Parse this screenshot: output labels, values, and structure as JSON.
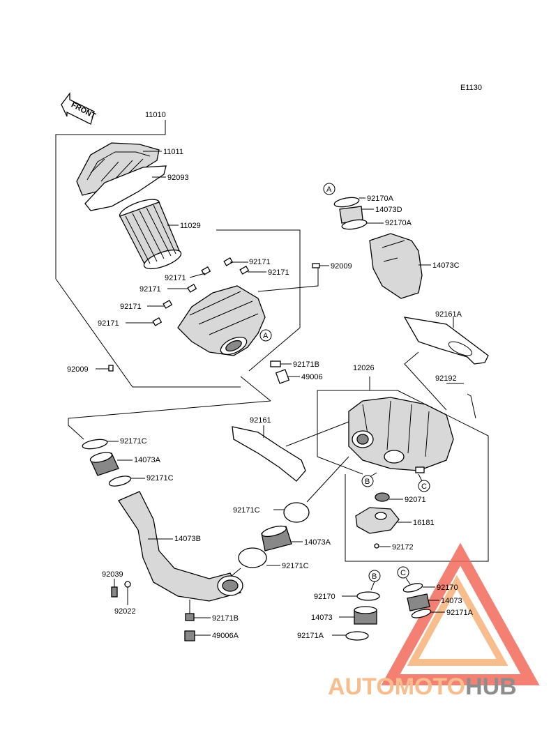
{
  "diagram_code": "E1130",
  "front_label": "FRONT",
  "callouts": {
    "A": "A",
    "B": "B",
    "C": "C"
  },
  "labels": {
    "p11010": "11010",
    "p11011": "11011",
    "p92093": "92093",
    "p11029": "11029",
    "p92171_1": "92171",
    "p92171_2": "92171",
    "p92171_3": "92171",
    "p92171_4": "92171",
    "p92171_5": "92171",
    "p92171_6": "92171",
    "p92009_top": "92009",
    "p92009_left": "92009",
    "p92170A_1": "92170A",
    "p14073D": "14073D",
    "p92170A_2": "92170A",
    "p14073C": "14073C",
    "p92161A": "92161A",
    "p92171B_top": "92171B",
    "p49006": "49006",
    "p12026": "12026",
    "p92192": "92192",
    "p92161": "92161",
    "p92171C_1": "92171C",
    "p14073A_1": "14073A",
    "p92171C_2": "92171C",
    "p92071": "92071",
    "p16181": "16181",
    "p92172": "92172",
    "p92171C_3": "92171C",
    "p14073A_2": "14073A",
    "p14073B": "14073B",
    "p92171C_4": "92171C",
    "p92039": "92039",
    "p92022": "92022",
    "p92171B_bot": "92171B",
    "p49006A": "49006A",
    "p92170_B": "92170",
    "p14073_B": "14073",
    "p92171A_B": "92171A",
    "p92170_C": "92170",
    "p14073_C": "14073",
    "p92171A_C": "92171A"
  },
  "watermark": {
    "part1": "AUTOMOTO",
    "part2": "HUB",
    "color_main": "#f26b5b",
    "color_light": "#f7b27a",
    "color_dark": "#7a7a7a"
  }
}
